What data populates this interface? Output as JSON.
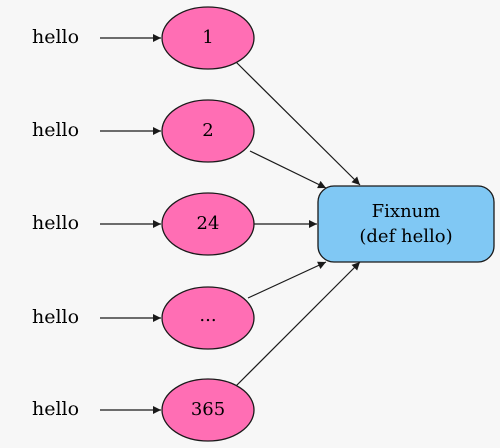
{
  "nodes": [
    {
      "label": "hello",
      "value": "1"
    },
    {
      "label": "hello",
      "value": "2"
    },
    {
      "label": "hello",
      "value": "24"
    },
    {
      "label": "hello",
      "value": "..."
    },
    {
      "label": "hello",
      "value": "365"
    }
  ],
  "target": {
    "line1": "Fixnum",
    "line2": "(def hello)"
  },
  "colors": {
    "ellipse_fill": "#ff6eb4",
    "box_fill": "#80c8f4",
    "stroke": "#1a1a1a",
    "background": "#f7f7f7"
  }
}
